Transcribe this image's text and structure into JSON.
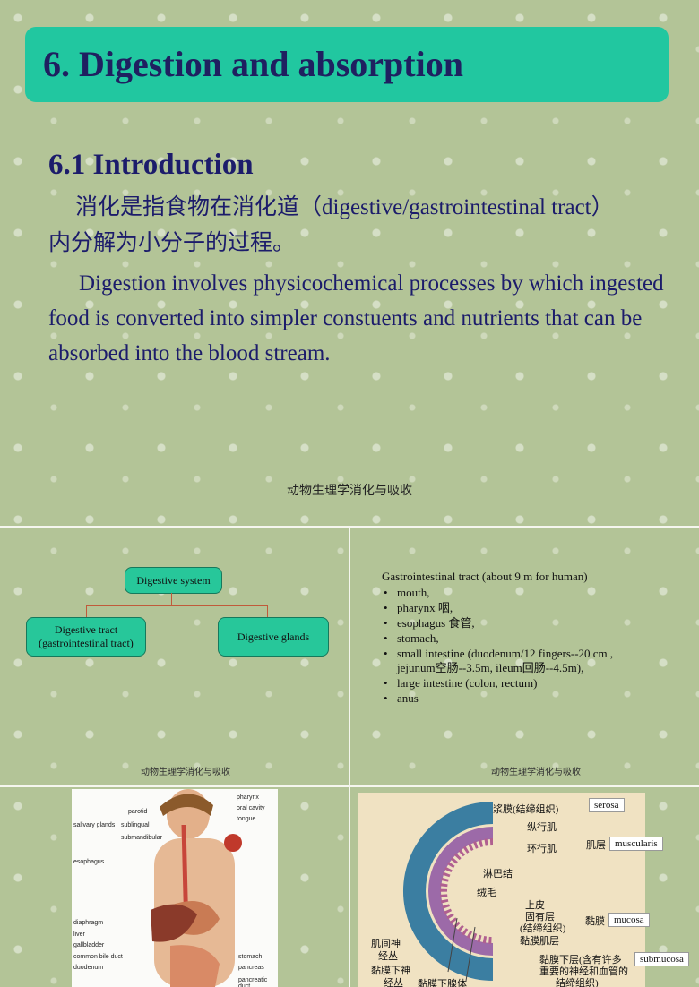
{
  "main_slide": {
    "title": "6. Digestion and absorption",
    "section_heading": "6.1 Introduction",
    "paragraph_zh": "消化是指食物在消化道（digestive/gastrointestinal tract）内分解为小分子的过程。",
    "paragraph_en": "Digestion involves physicochemical processes by which ingested food is converted into simpler constuents and nutrients that can be absorbed into the blood stream.",
    "footer": "动物生理学消化与吸收"
  },
  "diagram_slide": {
    "root": "Digestive system",
    "left_child_line1": "Digestive tract",
    "left_child_line2": "(gastrointestinal tract)",
    "right_child": "Digestive glands",
    "footer": "动物生理学消化与吸收"
  },
  "gi_slide": {
    "title": "Gastrointestinal tract  (about 9 m for human)",
    "items": [
      "mouth,",
      "pharynx  咽,",
      "esophagus 食管,",
      "stomach,",
      "small intestine (duodenum/12 fingers--20 cm , jejunum空肠--3.5m, ileum回肠--4.5m),",
      "large intestine (colon, rectum)",
      "anus"
    ],
    "footer": "动物生理学消化与吸收"
  },
  "anatomy_figure": {
    "labels_left": [
      "parotid",
      "salivary glands",
      "sublingual",
      "submandibular",
      "esophagus",
      "diaphragm",
      "liver",
      "gallbladder",
      "common bile duct",
      "duodenum"
    ],
    "labels_right": [
      "pharynx",
      "oral cavity",
      "tongue",
      "stomach",
      "pancreas",
      "pancreatic duct"
    ]
  },
  "intestine_figure": {
    "labels_cn": [
      "浆膜(结缔组织)",
      "纵行肌",
      "环行肌",
      "肌层",
      "淋巴结",
      "绒毛",
      "上皮",
      "固有层",
      "(结缔组织)",
      "黏膜",
      "黏膜肌层",
      "肌间神",
      "经丛",
      "黏膜下神",
      "经丛",
      "黏膜下层(含有许多",
      "重要的神经和血管的",
      "结缔组织)",
      "黏膜下腺体"
    ],
    "tags": [
      "serosa",
      "muscularis",
      "mucosa",
      "submucosa"
    ]
  }
}
